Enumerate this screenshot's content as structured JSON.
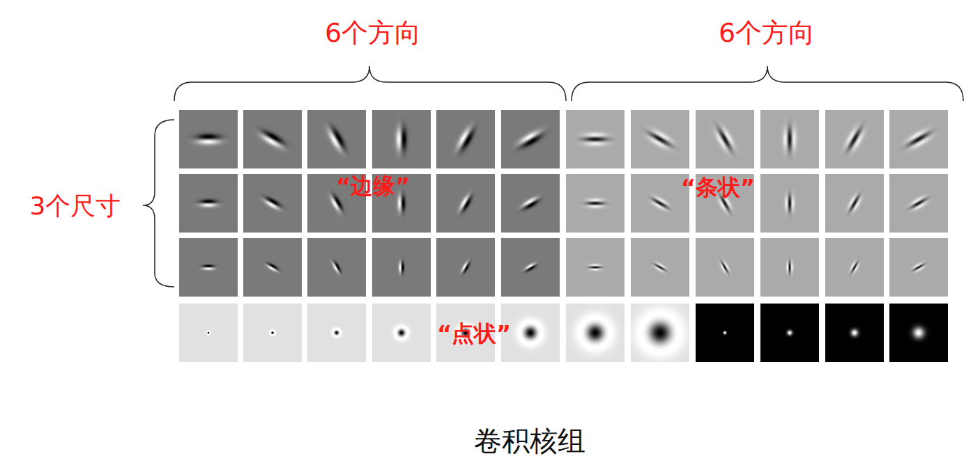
{
  "diagram": {
    "caption": "卷积核组",
    "labels": [
      "6个方向",
      "6个方向",
      "3个尺寸",
      "“边缘”",
      "“条状”",
      "“点状”"
    ]
  }
}
